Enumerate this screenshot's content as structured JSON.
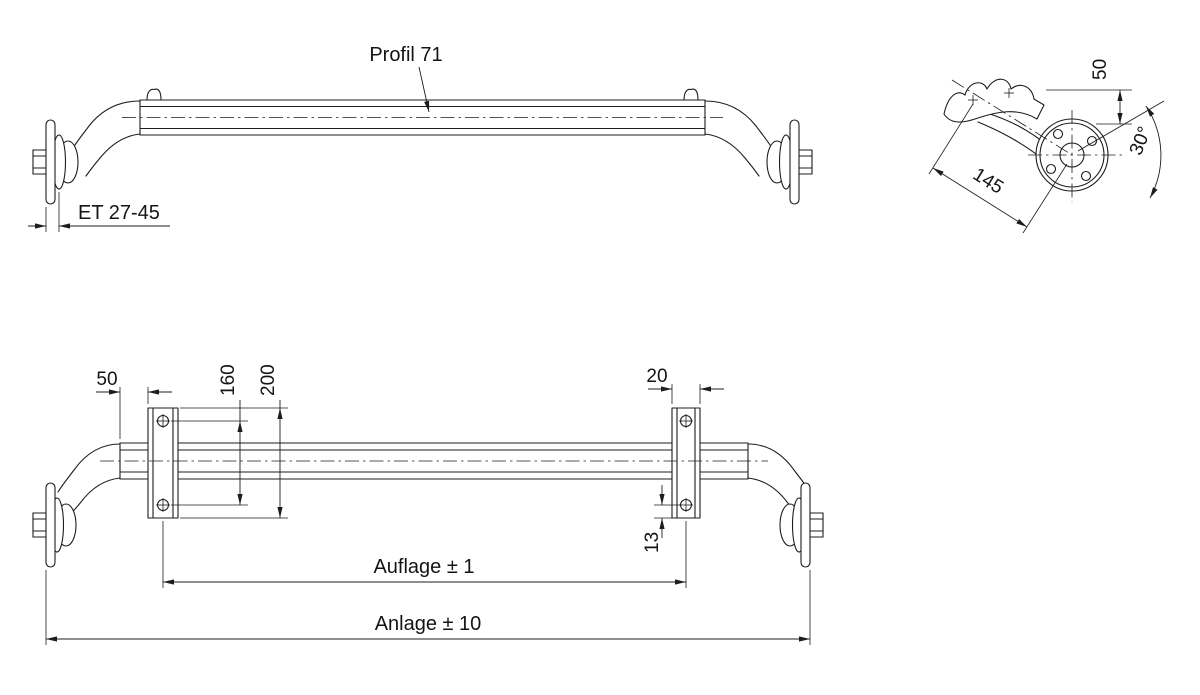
{
  "colors": {
    "line": "#1d1d1d",
    "background": "#ffffff"
  },
  "side_view": {
    "profil_label": "Profil 71",
    "et_dim": "ET 27-45"
  },
  "end_view": {
    "height_dim": "50",
    "angle_dim": "30°",
    "arm_length_dim": "145"
  },
  "plan_view": {
    "offset_dim": "50",
    "hole_spacing_dim": "160",
    "plate_height_dim": "200",
    "plate_width_dim": "20",
    "edge_dim": "13",
    "auflage_dim": "Auflage ± 1",
    "anlage_dim": "Anlage ± 10"
  }
}
